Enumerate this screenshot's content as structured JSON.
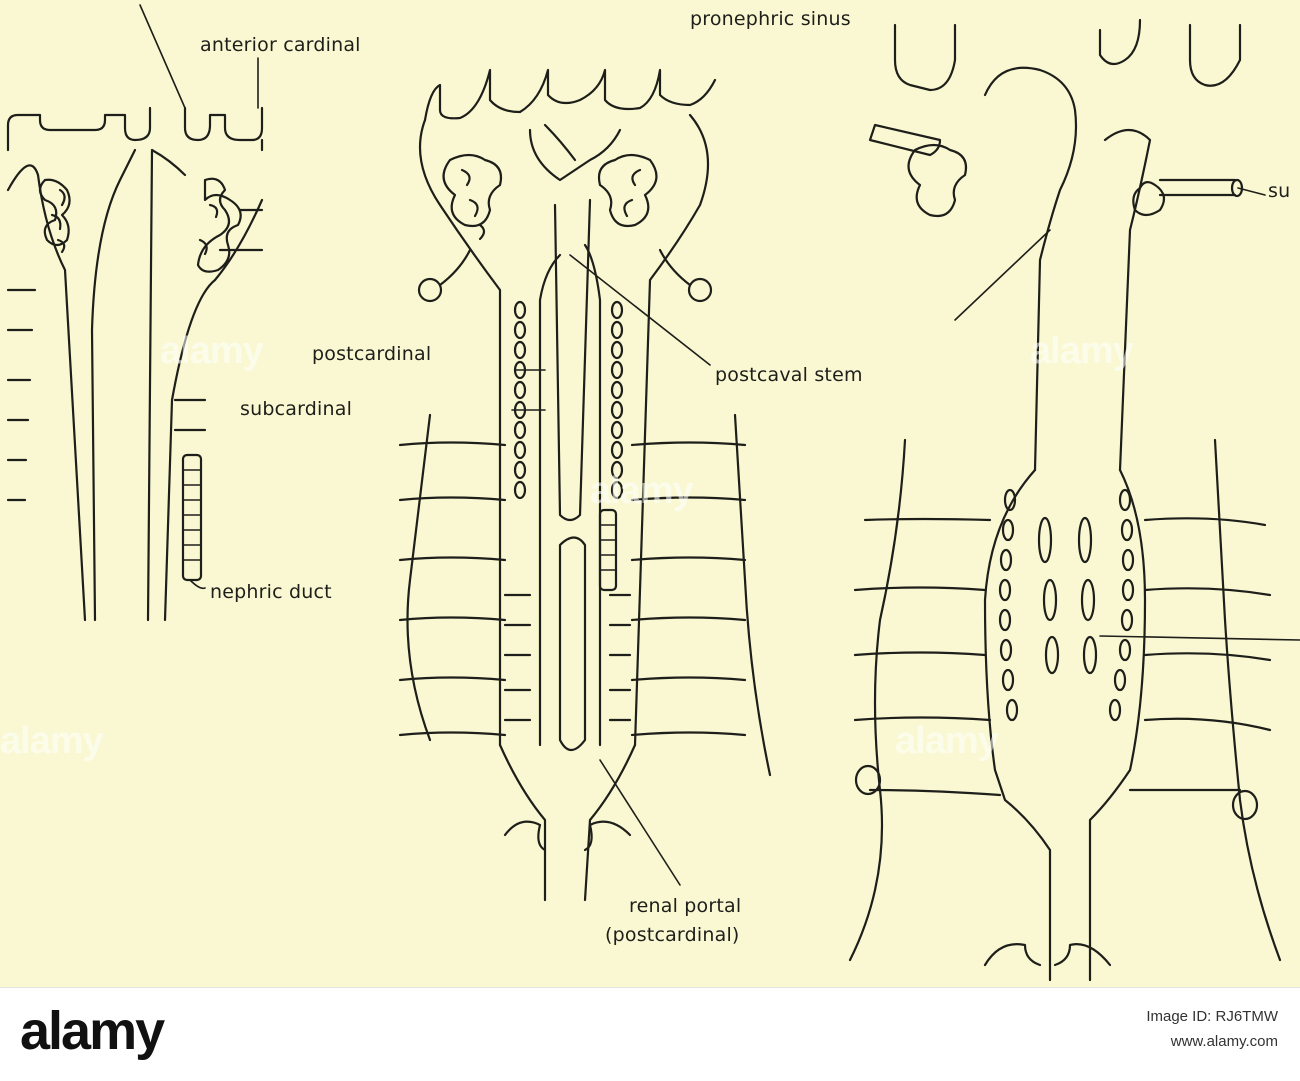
{
  "figure": {
    "labels": {
      "anterior_cardinal": "anterior cardinal",
      "pronephric_sinus": "pronephric sinus",
      "postcardinal": "postcardinal",
      "subcardinal": "subcardinal",
      "nephric_duct": "nephric duct",
      "postcaval_stem": "postcaval stem",
      "renal_portal": "renal portal",
      "renal_portal_sub": "(postcardinal)",
      "cut_label_right": "su"
    },
    "watermark": "alamy"
  },
  "footer": {
    "logo": "alamy",
    "image_id": "Image ID: RJ6TMW",
    "url": "www.alamy.com"
  },
  "colors": {
    "paper": "#f9f8d2",
    "ink": "#1e1e1a",
    "footer_bg": "#ffffff"
  }
}
